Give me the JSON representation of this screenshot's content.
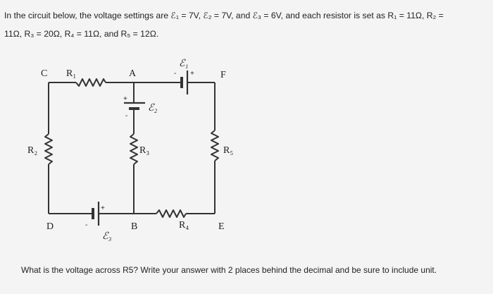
{
  "question": {
    "line1": "In the circuit below, the voltage settings are ℰ₁ = 7V, ℰ₂ = 7V, and ℰ₃ = 6V, and each resistor is set as R₁ = 11Ω, R₂ =",
    "line2": "11Ω, R₃ = 20Ω, R₄ = 11Ω, and R₅ = 12Ω."
  },
  "circuit": {
    "nodes": {
      "A": "A",
      "B": "B",
      "C": "C",
      "D": "D",
      "E": "E",
      "F": "F"
    },
    "resistors": {
      "r1": "R₁",
      "r2": "R₂",
      "r3": "R₃",
      "r4": "R₄",
      "r5": "R₅"
    },
    "emfs": {
      "e1": "ℰ₁",
      "e2": "ℰ₂",
      "e3": "ℰ₃"
    },
    "polarity": {
      "minus": "-",
      "plus": "+"
    }
  },
  "prompt": "What is the voltage across R5? Write your answer with 2 places behind the decimal and be sure to include unit."
}
